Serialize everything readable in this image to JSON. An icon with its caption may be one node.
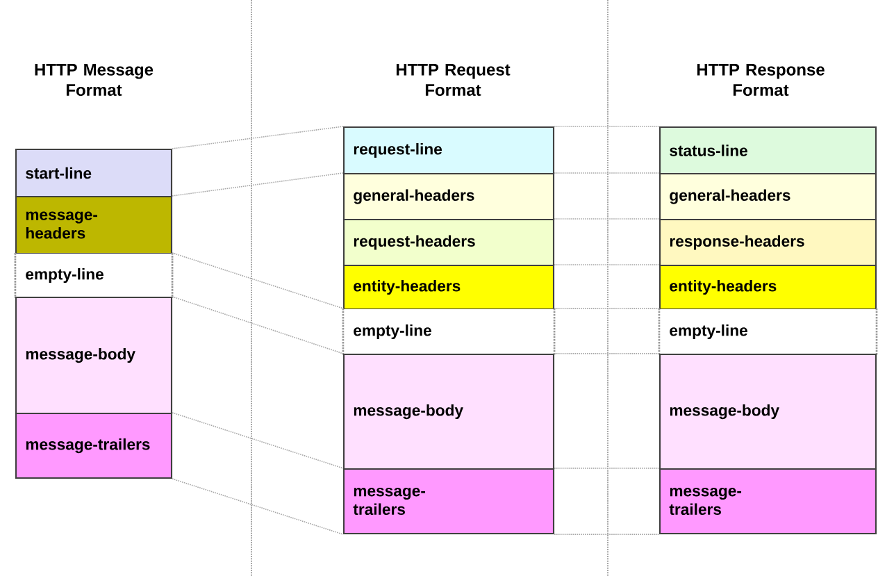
{
  "diagram": {
    "nodes": [
      {
        "text": [
          "start-line"
        ]
      },
      {
        "text": [
          "message-headers"
        ]
      },
      {
        "text": [
          "empty-line"
        ]
      },
      {
        "text": [
          "message-body"
        ]
      },
      {
        "text": [
          "message-trailers"
        ]
      },
      {
        "text": [
          "request-line"
        ]
      },
      {
        "text": [
          "general-headers"
        ]
      },
      {
        "text": [
          "request-headers"
        ]
      },
      {
        "text": [
          "entity-headers"
        ]
      },
      {
        "text": [
          "empty-line"
        ]
      },
      {
        "text": [
          "message-body"
        ]
      },
      {
        "text": [
          "message-trailers"
        ]
      },
      {
        "text": [
          "status-line"
        ]
      },
      {
        "text": [
          "general-headers"
        ]
      },
      {
        "text": [
          "response-headers"
        ]
      },
      {
        "text": [
          "entity-headers"
        ]
      },
      {
        "text": [
          "empty-line"
        ]
      },
      {
        "text": [
          "message-body"
        ]
      },
      {
        "text": [
          "message-trailers"
        ]
      }
    ],
    "edges": [
      {
        "from": 0,
        "to": 5,
        "arrow": "none"
      },
      {
        "from": 1,
        "to": 6,
        "arrow": "none"
      },
      {
        "from": 2,
        "to": 9,
        "arrow": "none"
      },
      {
        "from": 3,
        "to": 10,
        "arrow": "none"
      },
      {
        "from": 4,
        "to": 11,
        "arrow": "none"
      },
      {
        "from": 4,
        "to": 11,
        "arrow": "none"
      },
      {
        "from": 5,
        "to": 12,
        "arrow": "none"
      },
      {
        "from": 6,
        "to": 13,
        "arrow": "none"
      },
      {
        "from": 7,
        "to": 14,
        "arrow": "none"
      },
      {
        "from": 8,
        "to": 15,
        "arrow": "none"
      },
      {
        "from": 9,
        "to": 16,
        "arrow": "none"
      },
      {
        "from": 10,
        "to": 17,
        "arrow": "none"
      },
      {
        "from": 11,
        "to": 18,
        "arrow": "none"
      },
      {
        "from": 11,
        "to": 18,
        "arrow": "none"
      }
    ],
    "labels": [
      "HTTP Message Format",
      "HTTP Request Format",
      "HTTP Response Format"
    ]
  }
}
